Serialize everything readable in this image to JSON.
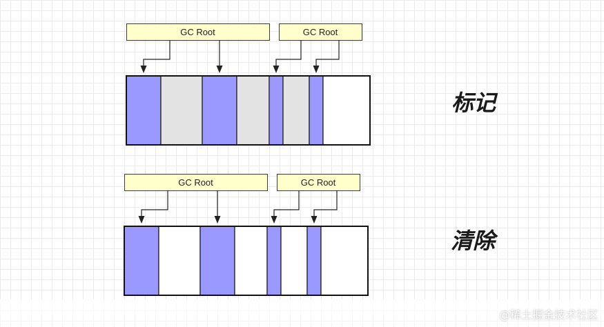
{
  "panels": [
    {
      "label": "标记",
      "roots": [
        "GC Root",
        "GC Root"
      ],
      "cells": [
        "live",
        "garbage",
        "live",
        "garbage",
        "live",
        "garbage",
        "live",
        "free"
      ]
    },
    {
      "label": "清除",
      "roots": [
        "GC Root",
        "GC Root"
      ],
      "cells": [
        "live",
        "free",
        "live",
        "free",
        "live",
        "free",
        "live",
        "free"
      ]
    }
  ],
  "colors": {
    "live": "#9999ff",
    "garbage": "#e3e3e3",
    "free": "#ffffff",
    "root_fill": "#ffffcc"
  },
  "watermark": "@稀土掘金技术社区"
}
